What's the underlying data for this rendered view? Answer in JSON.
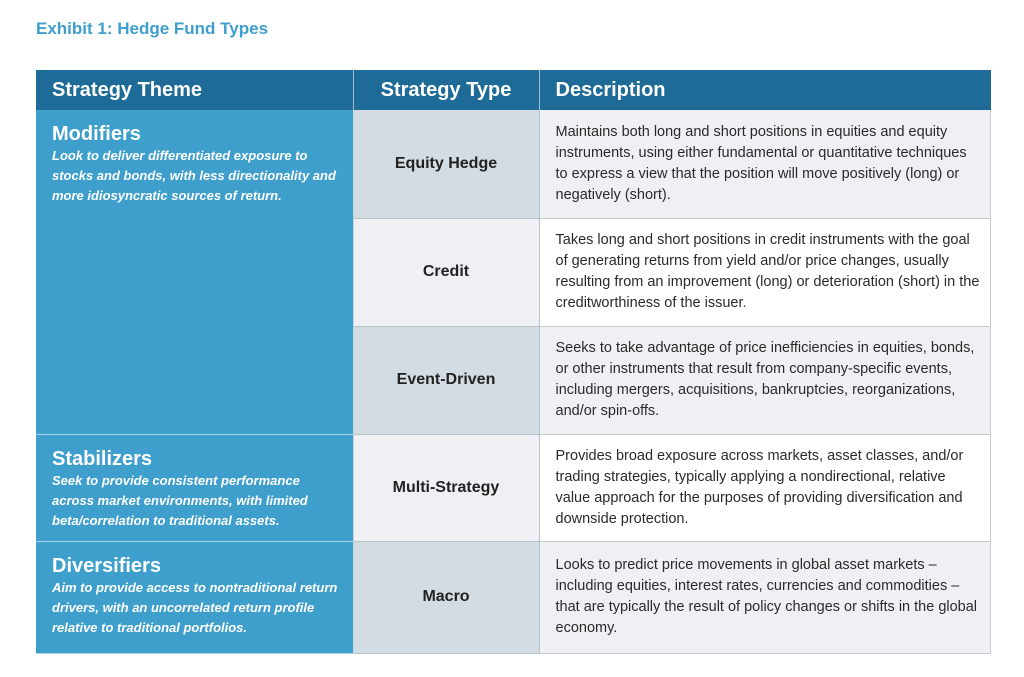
{
  "exhibit": {
    "title": "Exhibit 1: Hedge Fund Types"
  },
  "table": {
    "headers": [
      "Strategy Theme",
      "Strategy Type",
      "Description"
    ],
    "themes": [
      {
        "name": "Modifiers",
        "description": "Look to deliver differentiated exposure to stocks and bonds, with less directionality and more idiosyncratic sources of return."
      },
      {
        "name": "Stabilizers",
        "description": "Seek to provide consistent performance across market environments, with limited beta/correlation to traditional assets."
      },
      {
        "name": "Diversifiers",
        "description": "Aim to provide access to nontraditional return drivers, with an uncorrelated return profile relative to traditional portfolios."
      }
    ],
    "rows": [
      {
        "type": "Equity Hedge",
        "description": "Maintains both long and short positions in equities and equity instruments, using either fundamental or quantitative techniques to express a view that the position will move positively (long) or negatively (short)."
      },
      {
        "type": "Credit",
        "description": "Takes  long and short positions in credit instruments with the goal of generating returns from yield and/or price changes, usually resulting from an improvement (long) or deterioration (short) in the creditworthiness of the issuer."
      },
      {
        "type": "Event-Driven",
        "description": "Seeks to take advantage of price inefficiencies in equities, bonds, or other instruments that result from company-specific events, including mergers, acquisitions, bankruptcies, reorganizations, and/or spin-offs."
      },
      {
        "type": "Multi-Strategy",
        "description": "Provides broad exposure across markets, asset classes, and/or trading strategies, typically applying a nondirectional, relative value approach for the purposes of providing diversification and downside protection."
      },
      {
        "type": "Macro",
        "description": "Looks to predict  price movements in global asset markets – including equities, interest rates, currencies and commodities – that are typically the result of policy changes or shifts in the global economy."
      }
    ]
  },
  "colors": {
    "title": "#3e9fcd",
    "header_bg": "#1d6b96",
    "theme_bg": "#3e9fcd",
    "type_dark": "#d3dce3",
    "row_light": "#eef0f3",
    "row_white": "#ffffff"
  }
}
